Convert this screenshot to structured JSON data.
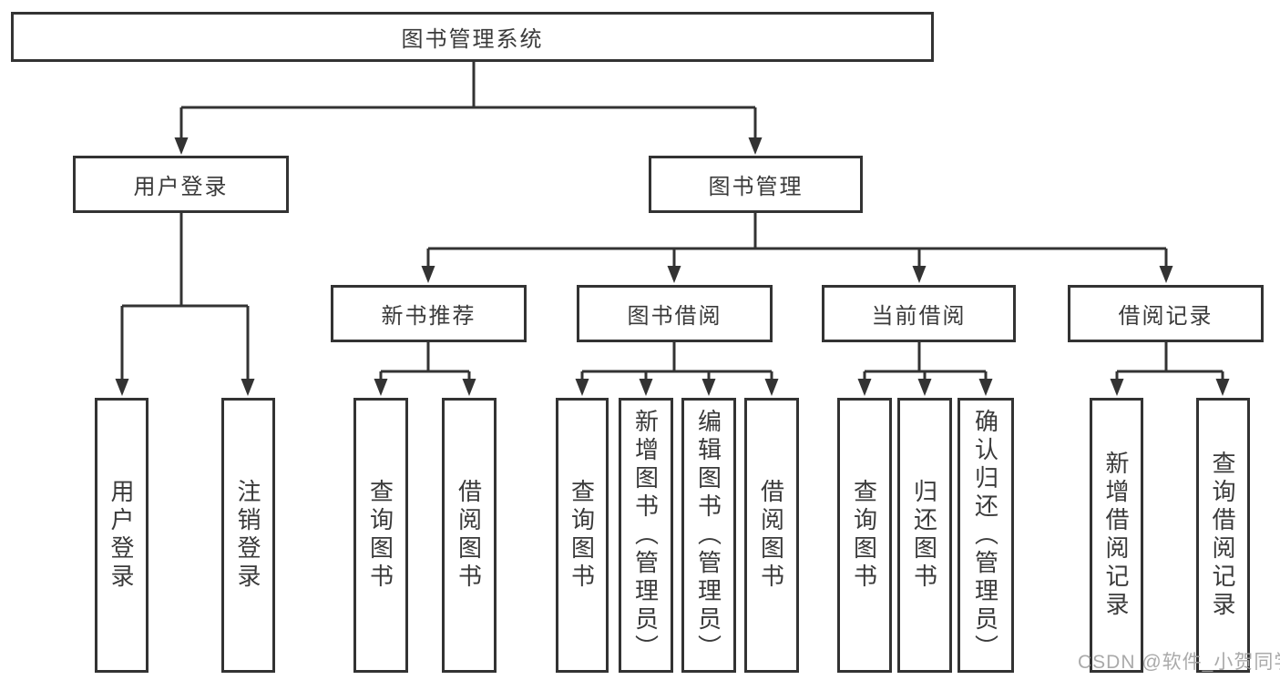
{
  "diagram": {
    "root": {
      "label": "图书管理系统"
    },
    "branches": [
      {
        "label": "用户登录",
        "children": [
          {
            "label": "用户登录"
          },
          {
            "label": "注销登录"
          }
        ]
      },
      {
        "label": "图书管理",
        "children": [
          {
            "label": "新书推荐",
            "children": [
              {
                "label": "查询图书"
              },
              {
                "label": "借阅图书"
              }
            ]
          },
          {
            "label": "图书借阅",
            "children": [
              {
                "label": "查询图书"
              },
              {
                "label": "新增图书（管理员）"
              },
              {
                "label": "编辑图书（管理员）"
              },
              {
                "label": "借阅图书"
              }
            ]
          },
          {
            "label": "当前借阅",
            "children": [
              {
                "label": "查询图书"
              },
              {
                "label": "归还图书"
              },
              {
                "label": "确认归还（管理员）"
              }
            ]
          },
          {
            "label": "借阅记录",
            "children": [
              {
                "label": "新增借阅记录"
              },
              {
                "label": "查询借阅记录"
              }
            ]
          }
        ]
      }
    ]
  },
  "watermark": {
    "text": "CSDN @软件_小贺同学",
    "color": "#a3a3a3"
  },
  "colors": {
    "line": "#333333",
    "text": "#3a3a3a",
    "background": "#ffffff"
  }
}
